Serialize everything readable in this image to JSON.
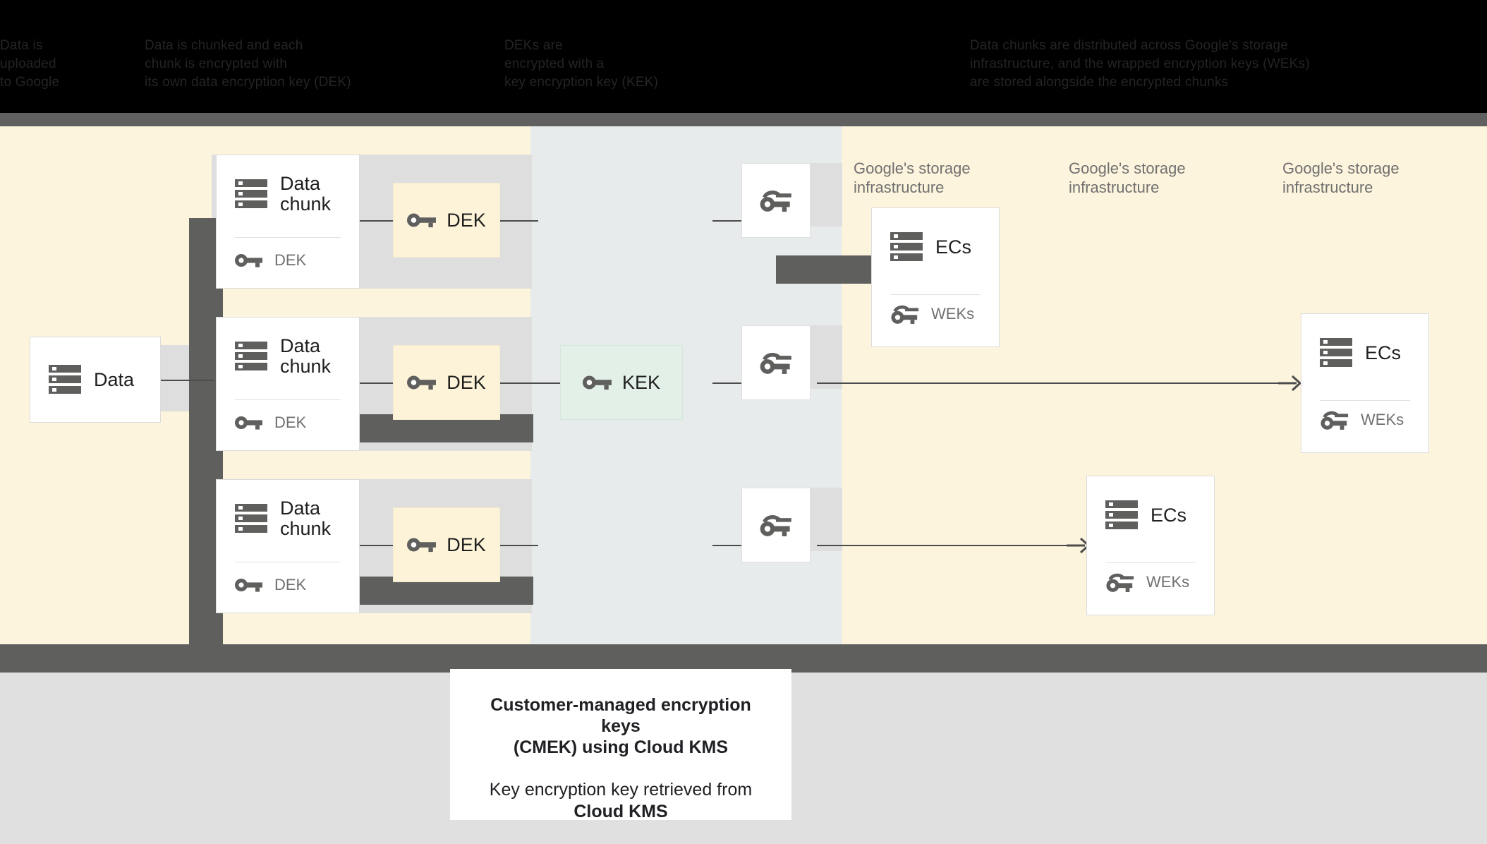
{
  "banner": {
    "columns": [
      {
        "lines": [
          "Data is",
          "uploaded",
          "to Google"
        ]
      },
      {
        "lines": [
          "Data is chunked and each",
          "chunk is encrypted with",
          "its own data encryption key (DEK)"
        ]
      },
      {
        "lines": [
          "DEKs are",
          "encrypted with a",
          "key encryption key (KEK)"
        ]
      },
      {
        "lines": [
          "Data chunks are distributed across Google's storage",
          "infrastructure, and the wrapped encryption keys (WEKs)",
          "are stored alongside the encrypted chunks"
        ]
      }
    ]
  },
  "stage": {
    "source": {
      "title": "Data",
      "icon": "server-icon"
    },
    "chunks": [
      {
        "title_line1": "Data",
        "title_line2": "chunk",
        "sub": "DEK",
        "icon": "server-icon",
        "sub_icon": "key-icon"
      },
      {
        "title_line1": "Data",
        "title_line2": "chunk",
        "sub": "DEK",
        "icon": "server-icon",
        "sub_icon": "key-icon"
      },
      {
        "title_line1": "Data",
        "title_line2": "chunk",
        "sub": "DEK",
        "icon": "server-icon",
        "sub_icon": "key-icon"
      }
    ],
    "deks": [
      {
        "label": "DEK",
        "icon": "key-icon"
      },
      {
        "label": "DEK",
        "icon": "key-icon"
      },
      {
        "label": "DEK",
        "icon": "key-icon"
      }
    ],
    "kek": {
      "label": "KEK",
      "icon": "key-icon"
    },
    "weks": [
      {
        "icon": "wrapped-key-icon"
      },
      {
        "icon": "wrapped-key-icon"
      },
      {
        "icon": "wrapped-key-icon"
      }
    ],
    "storage_captions": [
      "Google's storage\ninfrastructure",
      "Google's storage\ninfrastructure",
      "Google's storage\ninfrastructure"
    ],
    "ec_cards": [
      {
        "title": "ECs",
        "sub": "WEKs",
        "icon": "server-icon",
        "sub_icon": "wrapped-key-icon"
      },
      {
        "title": "ECs",
        "sub": "WEKs",
        "icon": "server-icon",
        "sub_icon": "wrapped-key-icon"
      },
      {
        "title": "ECs",
        "sub": "WEKs",
        "icon": "server-icon",
        "sub_icon": "wrapped-key-icon"
      }
    ]
  },
  "note": {
    "heading_line1": "Customer-managed encryption keys",
    "heading_line2": "(CMEK) using Cloud KMS",
    "body_line1": "Key encryption key retrieved from",
    "body_line2": "Cloud KMS"
  },
  "colors": {
    "cream": "#fdf4dd",
    "kek_band": "#e7ebec",
    "bar_gray": "#5f5f5e",
    "plate_gray": "#dedede",
    "dek_fill": "#fdf3d8",
    "kek_fill": "#e2f0e8",
    "footer_gray": "#e0e0e0",
    "banner_black": "#000000"
  }
}
